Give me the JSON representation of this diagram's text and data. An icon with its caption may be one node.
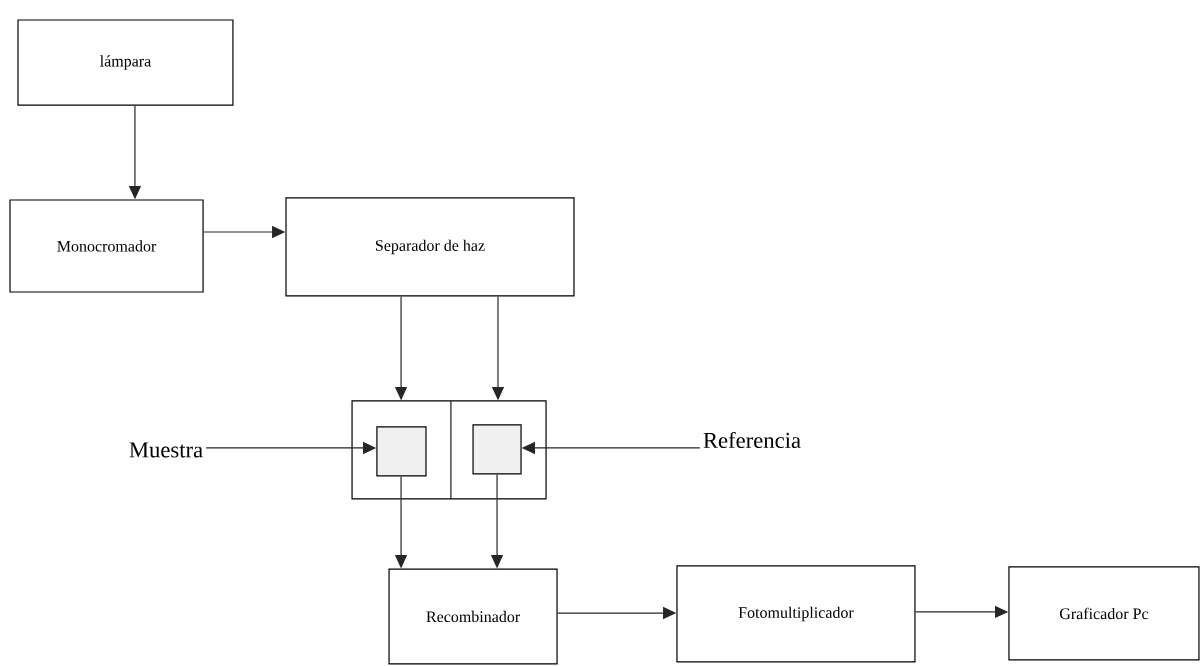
{
  "diagram": {
    "nodes": [
      {
        "text": [
          "lámpara"
        ]
      },
      {
        "text": [
          "Monocromador"
        ]
      },
      {
        "text": [
          "Separador de haz"
        ]
      },
      {
        "text": [],
        "shape": "box"
      },
      {
        "text": [],
        "shape": "box",
        "in": 3
      },
      {
        "text": [],
        "shape": "box",
        "in": 3
      },
      {
        "text": [
          "Muestra"
        ]
      },
      {
        "text": [
          "Referencia"
        ]
      },
      {
        "text": [
          "Recombinador"
        ]
      },
      {
        "text": [
          "Fotomultiplicador"
        ]
      },
      {
        "text": [
          "Graficador Pc"
        ]
      }
    ],
    "edges": [
      {
        "from": 0,
        "to": 1,
        "arrow": "to"
      },
      {
        "from": 1,
        "to": 2,
        "arrow": "to"
      },
      {
        "from": 2,
        "to": 3,
        "arrow": "to"
      },
      {
        "from": 2,
        "to": 3,
        "arrow": "to"
      },
      {
        "from": 6,
        "to": 4,
        "arrow": "to"
      },
      {
        "from": 7,
        "to": 5,
        "arrow": "to"
      },
      {
        "from": 4,
        "to": 8,
        "arrow": "to"
      },
      {
        "from": 5,
        "to": 8,
        "arrow": "to"
      },
      {
        "from": 8,
        "to": 9,
        "arrow": "to"
      },
      {
        "from": 9,
        "to": 10,
        "arrow": "to"
      }
    ]
  }
}
